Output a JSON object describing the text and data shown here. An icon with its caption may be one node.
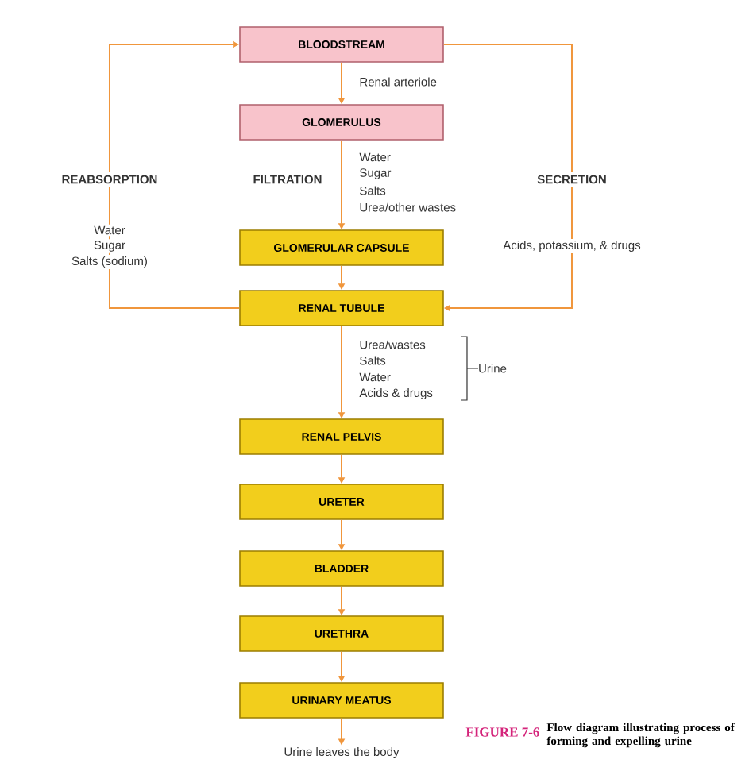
{
  "diagram": {
    "caption": "Flow diagram illustrating process of forming and expelling urine",
    "nodes": [
      {
        "text": [
          "BLOODSTREAM"
        ]
      },
      {
        "text": [
          "GLOMERULUS"
        ]
      },
      {
        "text": [
          "GLOMERULAR CAPSULE"
        ]
      },
      {
        "text": [
          "RENAL TUBULE"
        ]
      },
      {
        "text": [
          "RENAL PELVIS"
        ]
      },
      {
        "text": [
          "URETER"
        ]
      },
      {
        "text": [
          "BLADDER"
        ]
      },
      {
        "text": [
          "URETHRA"
        ]
      },
      {
        "text": [
          "URINARY MEATUS"
        ]
      },
      {
        "text": [
          "Urine leaves the body"
        ]
      }
    ],
    "edges": [
      {
        "from": 0,
        "to": 1,
        "arrow": "to",
        "label": "Renal arteriole"
      },
      {
        "from": 1,
        "to": 2,
        "arrow": "to"
      },
      {
        "from": 2,
        "to": 3,
        "arrow": "to"
      },
      {
        "from": 3,
        "to": 0,
        "arrow": "to",
        "label": "REABSORPTION"
      },
      {
        "from": 0,
        "to": 3,
        "arrow": "to",
        "label": "SECRETION"
      },
      {
        "from": 3,
        "to": 4,
        "arrow": "to"
      },
      {
        "from": 4,
        "to": 5,
        "arrow": "to"
      },
      {
        "from": 5,
        "to": 6,
        "arrow": "to"
      },
      {
        "from": 6,
        "to": 7,
        "arrow": "to"
      },
      {
        "from": 7,
        "to": 8,
        "arrow": "to"
      },
      {
        "from": 8,
        "to": 9,
        "arrow": "to"
      }
    ],
    "labels": [
      "FILTRATION",
      "Water",
      "Sugar",
      "Salts",
      "Urea/other wastes",
      "Water",
      "Sugar",
      "Salts (sodium)",
      "Acids, potassium, & drugs",
      "Urea/wastes",
      "Salts",
      "Water",
      "Acids & drugs",
      "Urine",
      "FIGURE 7-6"
    ]
  }
}
